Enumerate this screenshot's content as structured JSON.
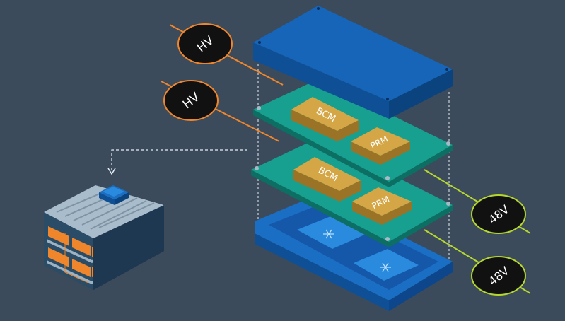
{
  "labels": {
    "hv_top": "HV",
    "hv_bottom": "HV",
    "v48_top": "48V",
    "v48_bottom": "48V",
    "bcm_top": "BCM",
    "prm_top": "PRM",
    "bcm_bottom": "BCM",
    "prm_bottom": "PRM"
  },
  "colors": {
    "background": "#3b4b5b",
    "lid": "#1665b8",
    "pcb": "#17a08f",
    "module": "#d4a645",
    "tray": "#1a6fc4",
    "hv_line": "#f0862b",
    "v48_line": "#b6d82c",
    "badge_fill": "#111111"
  },
  "icons": [
    "snowflake-icon",
    "snowflake-icon",
    "arrow-down-icon"
  ]
}
